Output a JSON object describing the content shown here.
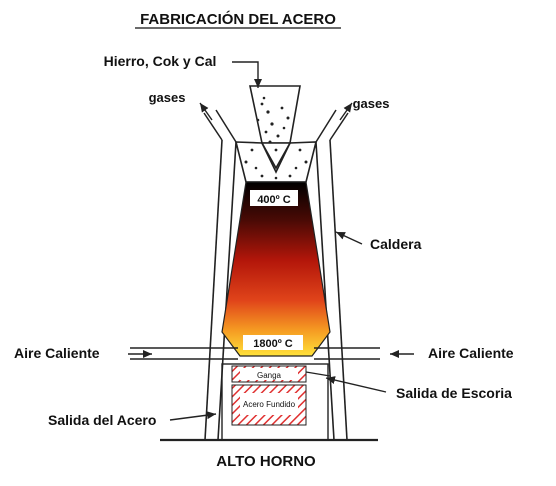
{
  "title": "FABRICACIÓN DEL ACERO",
  "caption": "ALTO HORNO",
  "labels": {
    "input": "Hierro, Cok y Cal",
    "gases_left": "gases",
    "gases_right": "gases",
    "temp_top": "400º C",
    "temp_bottom": "1800º C",
    "caldera": "Caldera",
    "aire_left": "Aire Caliente",
    "aire_right": "Aire Caliente",
    "ganga": "Ganga",
    "acero_fundido": "Acero Fundido",
    "salida_escoria": "Salida de Escoria",
    "salida_acero": "Salida del Acero"
  },
  "colors": {
    "heat_top": "#000000",
    "heat_mid": "#c8200a",
    "heat_low": "#f08a1a",
    "heat_bottom": "#ffe23a",
    "hatch": "#e03030",
    "outline": "#222222"
  }
}
